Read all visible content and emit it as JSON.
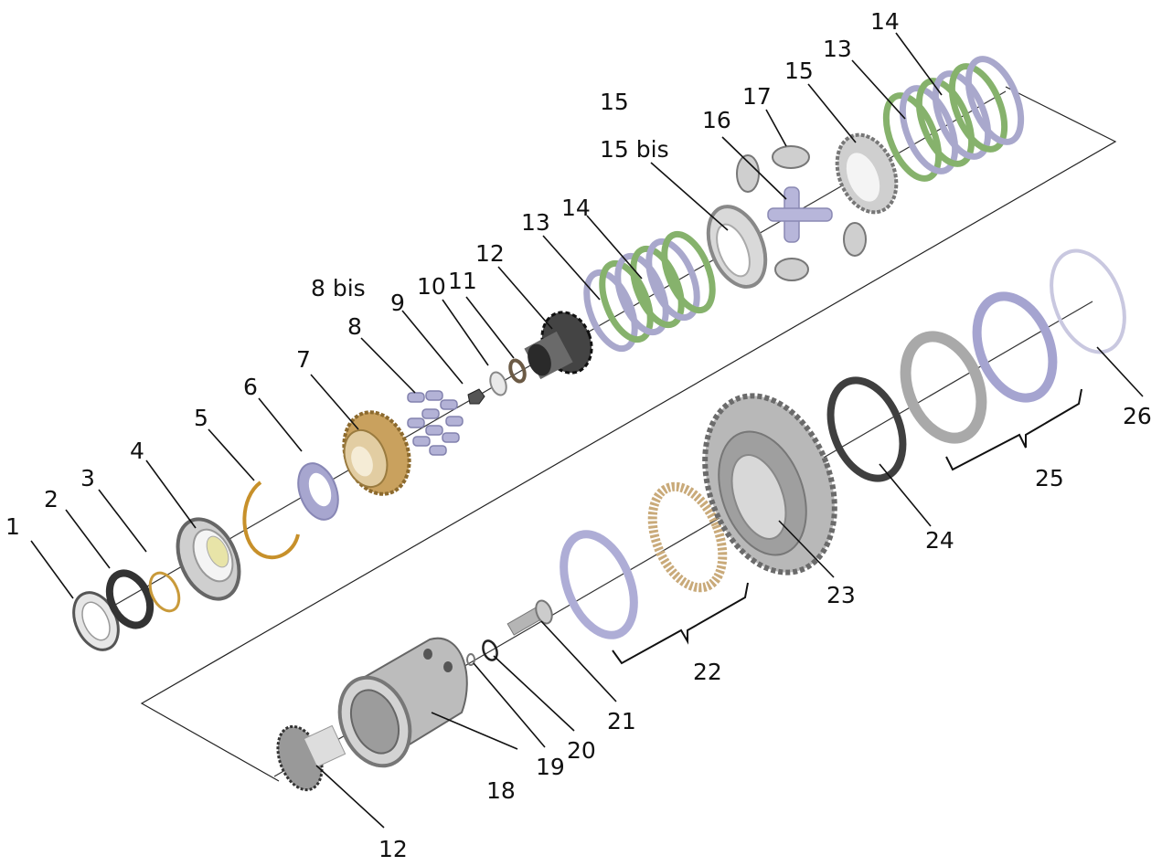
{
  "title": "",
  "colors": {
    "clutch_green": "#7fb069",
    "clutch_lilac": "#a9a8cc",
    "bronze": "#c8a25c",
    "gear_grey": "#a9a9a9",
    "dark_ring": "#3a3a3a"
  },
  "labels": {
    "l1": "1",
    "l2": "2",
    "l3": "3",
    "l4": "4",
    "l5": "5",
    "l6": "6",
    "l7": "7",
    "l8": "8",
    "l8bis": "8 bis",
    "l9": "9",
    "l10": "10",
    "l11": "11",
    "l12a": "12",
    "l12b": "12",
    "l13a": "13",
    "l13b": "13",
    "l14a": "14",
    "l14b": "14",
    "l15a": "15",
    "l15b": "15",
    "l15bis": "15 bis",
    "l16": "16",
    "l17": "17",
    "l18": "18",
    "l19": "19",
    "l20": "20",
    "l21": "21",
    "l22": "22",
    "l23": "23",
    "l24": "24",
    "l25": "25",
    "l26": "26"
  },
  "components": [
    "ring",
    "ring-dark",
    "snap-ring",
    "ball-bearing",
    "circlip",
    "star-washer",
    "bronze-gear",
    "planet-pins",
    "nut",
    "washer",
    "shim",
    "pinion-gear",
    "clutch-disc-pack",
    "clutch-hub",
    "spider-cross",
    "bevel-gears",
    "bevel-pinion",
    "housing",
    "o-ring",
    "shaft",
    "ring-set",
    "crown-wheel",
    "seal-ring"
  ]
}
